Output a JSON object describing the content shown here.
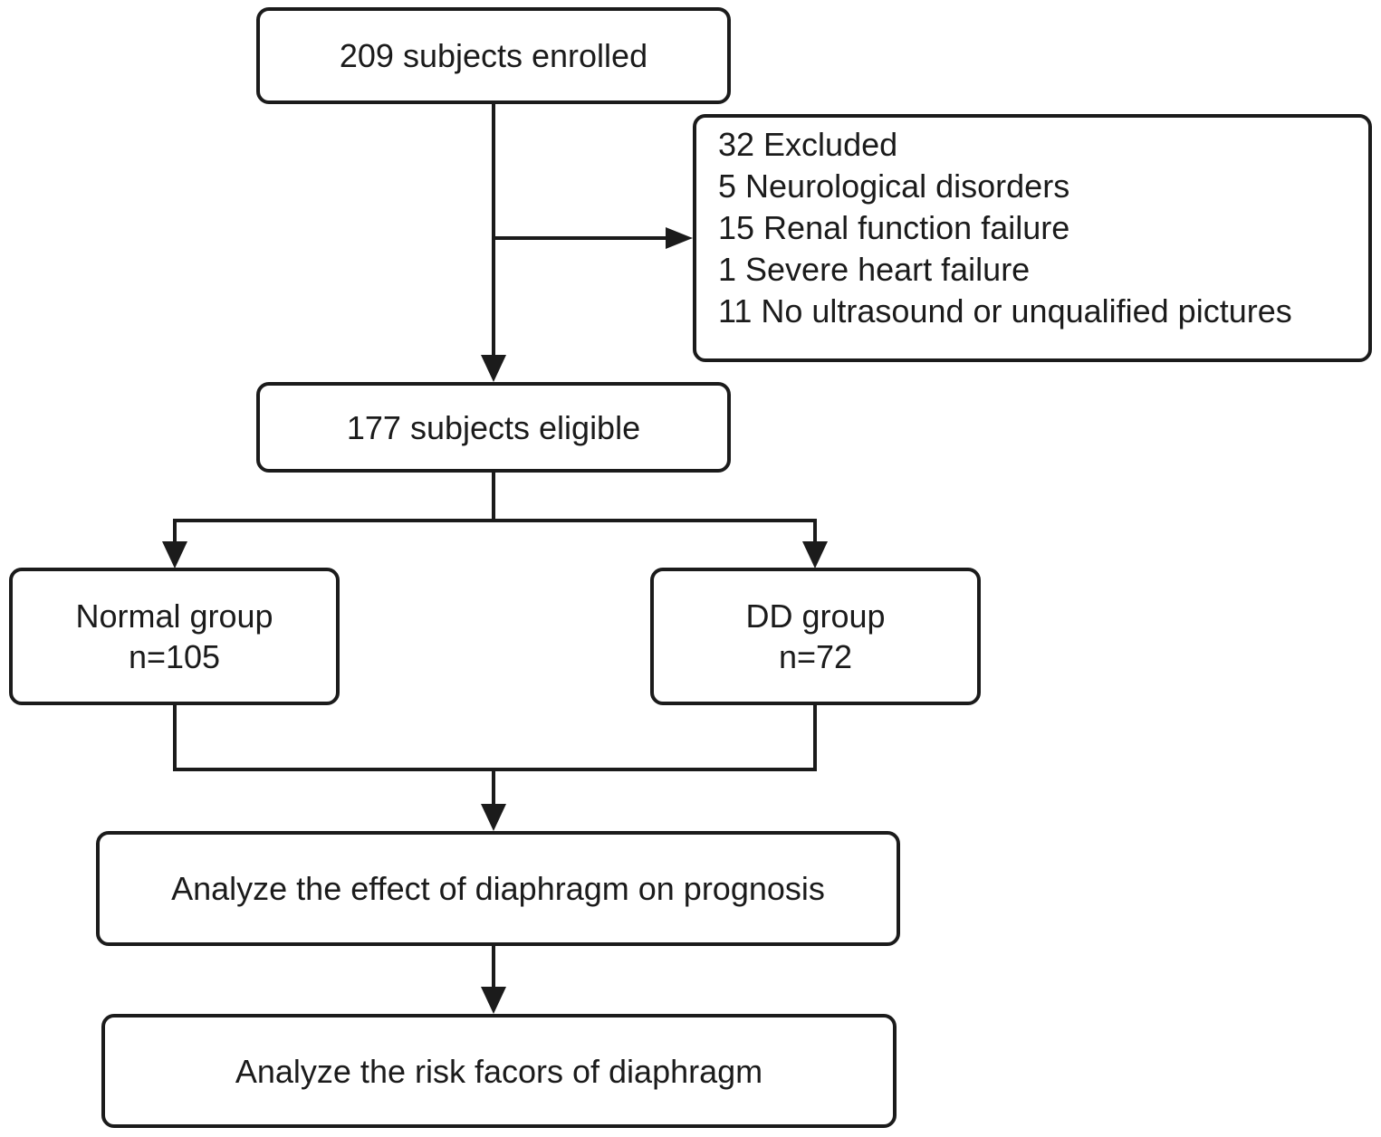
{
  "flowchart": {
    "colors": {
      "line": "#1b1b1b",
      "background": "#ffffff",
      "text": "#1b1b1b"
    },
    "boxes": {
      "enrolled": {
        "label": "209 subjects enrolled"
      },
      "excluded": {
        "lines": [
          "32 Excluded",
          "5 Neurological disorders",
          "15 Renal function failure",
          "1 Severe heart failure",
          "11 No ultrasound or unqualified pictures"
        ]
      },
      "eligible": {
        "label": "177 subjects eligible"
      },
      "normal_group": {
        "line1": "Normal group",
        "line2": "n=105"
      },
      "dd_group": {
        "line1": "DD group",
        "line2": "n=72"
      },
      "analyze_effect": {
        "label": "Analyze the effect of diaphragm on prognosis"
      },
      "analyze_risk": {
        "label": "Analyze the risk facors of diaphragm"
      }
    }
  }
}
